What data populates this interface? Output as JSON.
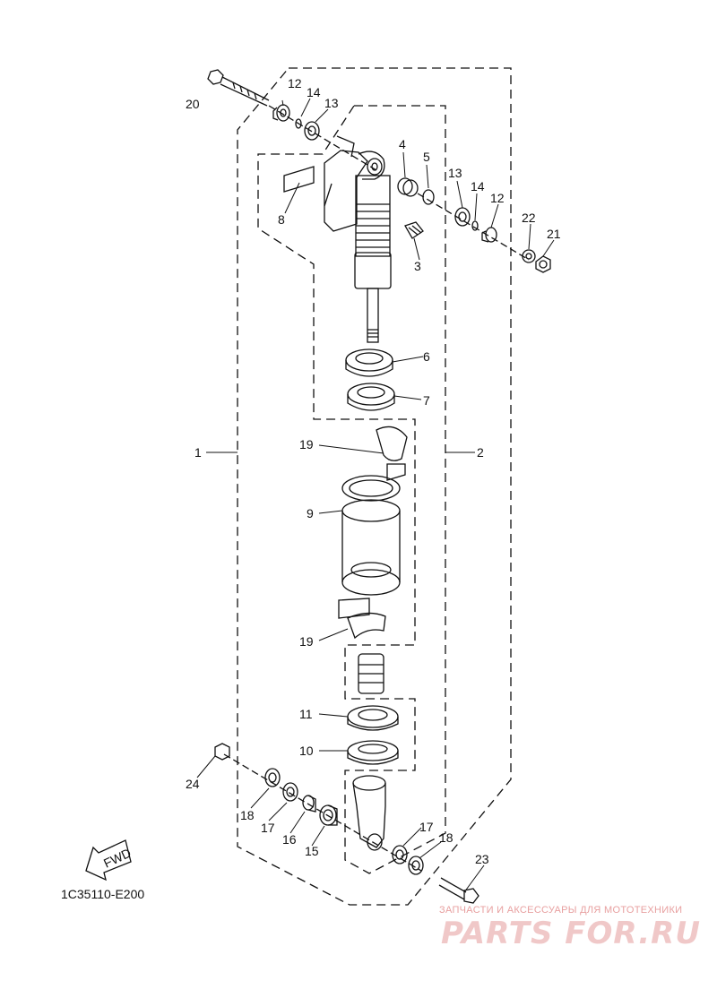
{
  "diagram": {
    "code": "1C35110-E200",
    "fwd_label": "FWD",
    "callouts": [
      {
        "id": "c20",
        "label": "20"
      },
      {
        "id": "c12a",
        "label": "12"
      },
      {
        "id": "c14a",
        "label": "14"
      },
      {
        "id": "c13a",
        "label": "13"
      },
      {
        "id": "c4",
        "label": "4"
      },
      {
        "id": "c5",
        "label": "5"
      },
      {
        "id": "c13b",
        "label": "13"
      },
      {
        "id": "c14b",
        "label": "14"
      },
      {
        "id": "c12b",
        "label": "12"
      },
      {
        "id": "c22",
        "label": "22"
      },
      {
        "id": "c21",
        "label": "21"
      },
      {
        "id": "c8",
        "label": "8"
      },
      {
        "id": "c3",
        "label": "3"
      },
      {
        "id": "c6",
        "label": "6"
      },
      {
        "id": "c7",
        "label": "7"
      },
      {
        "id": "c1",
        "label": "1"
      },
      {
        "id": "c2",
        "label": "2"
      },
      {
        "id": "c19a",
        "label": "19"
      },
      {
        "id": "c9",
        "label": "9"
      },
      {
        "id": "c19b",
        "label": "19"
      },
      {
        "id": "c11",
        "label": "11"
      },
      {
        "id": "c10",
        "label": "10"
      },
      {
        "id": "c24",
        "label": "24"
      },
      {
        "id": "c18a",
        "label": "18"
      },
      {
        "id": "c17a",
        "label": "17"
      },
      {
        "id": "c16",
        "label": "16"
      },
      {
        "id": "c15",
        "label": "15"
      },
      {
        "id": "c17b",
        "label": "17"
      },
      {
        "id": "c18b",
        "label": "18"
      },
      {
        "id": "c23",
        "label": "23"
      }
    ]
  },
  "watermark": {
    "tagline": "ЗАПЧАСТИ И АКСЕССУАРЫ ДЛЯ МОТОТЕХНИКИ",
    "logo": "PARTS FOR.RU"
  }
}
